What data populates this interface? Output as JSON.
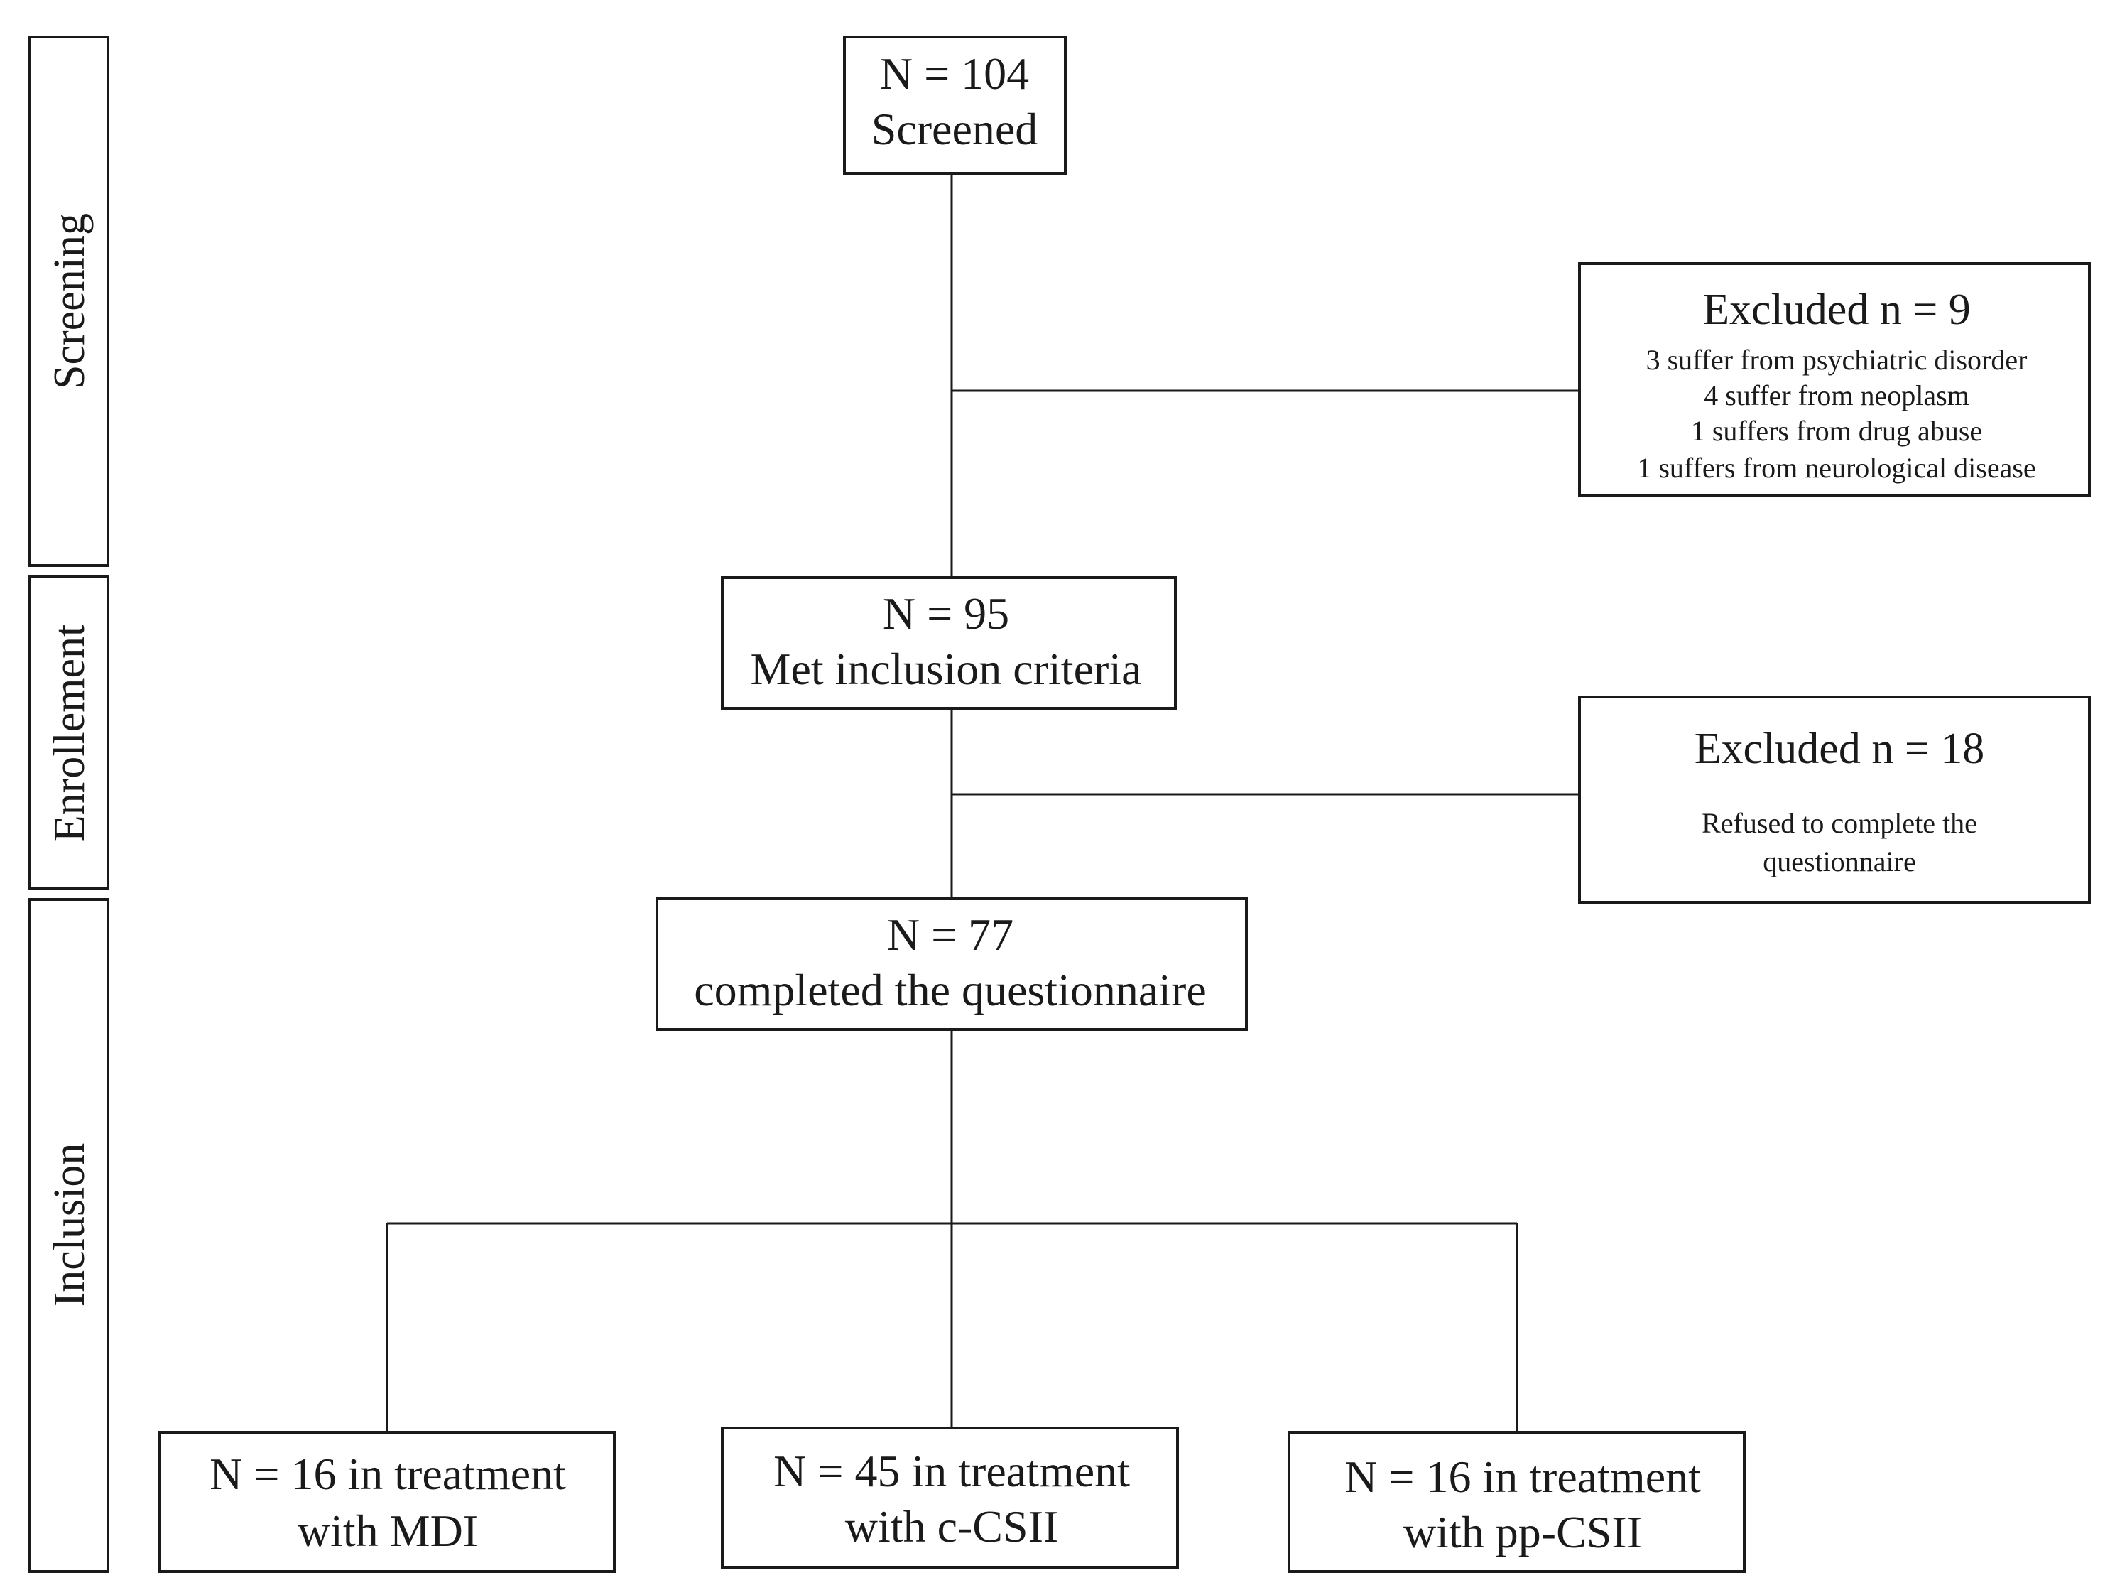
{
  "stages": {
    "screening": "Screening",
    "enrollment": "Enrollement",
    "inclusion": "Inclusion"
  },
  "screened": {
    "line1": "N = 104",
    "line2": "Screened"
  },
  "excluded_screening": {
    "title": "Excluded n = 9",
    "reasons": [
      "3 suffer from psychiatric disorder",
      "4 suffer from neoplasm",
      "1 suffers from drug abuse",
      "1 suffers from neurological disease"
    ]
  },
  "met_criteria": {
    "line1": "N = 95",
    "line2": "Met inclusion criteria"
  },
  "excluded_enrollment": {
    "title": "Excluded n = 18",
    "reasons": [
      "Refused to complete the",
      "questionnaire"
    ]
  },
  "completed": {
    "line1": "N = 77",
    "line2": "completed the questionnaire"
  },
  "groups": [
    {
      "line1": "N = 16 in treatment",
      "line2": "with MDI"
    },
    {
      "line1": "N = 45 in treatment",
      "line2": "with c-CSII"
    },
    {
      "line1": "N = 16 in treatment",
      "line2": "with pp-CSII"
    }
  ]
}
